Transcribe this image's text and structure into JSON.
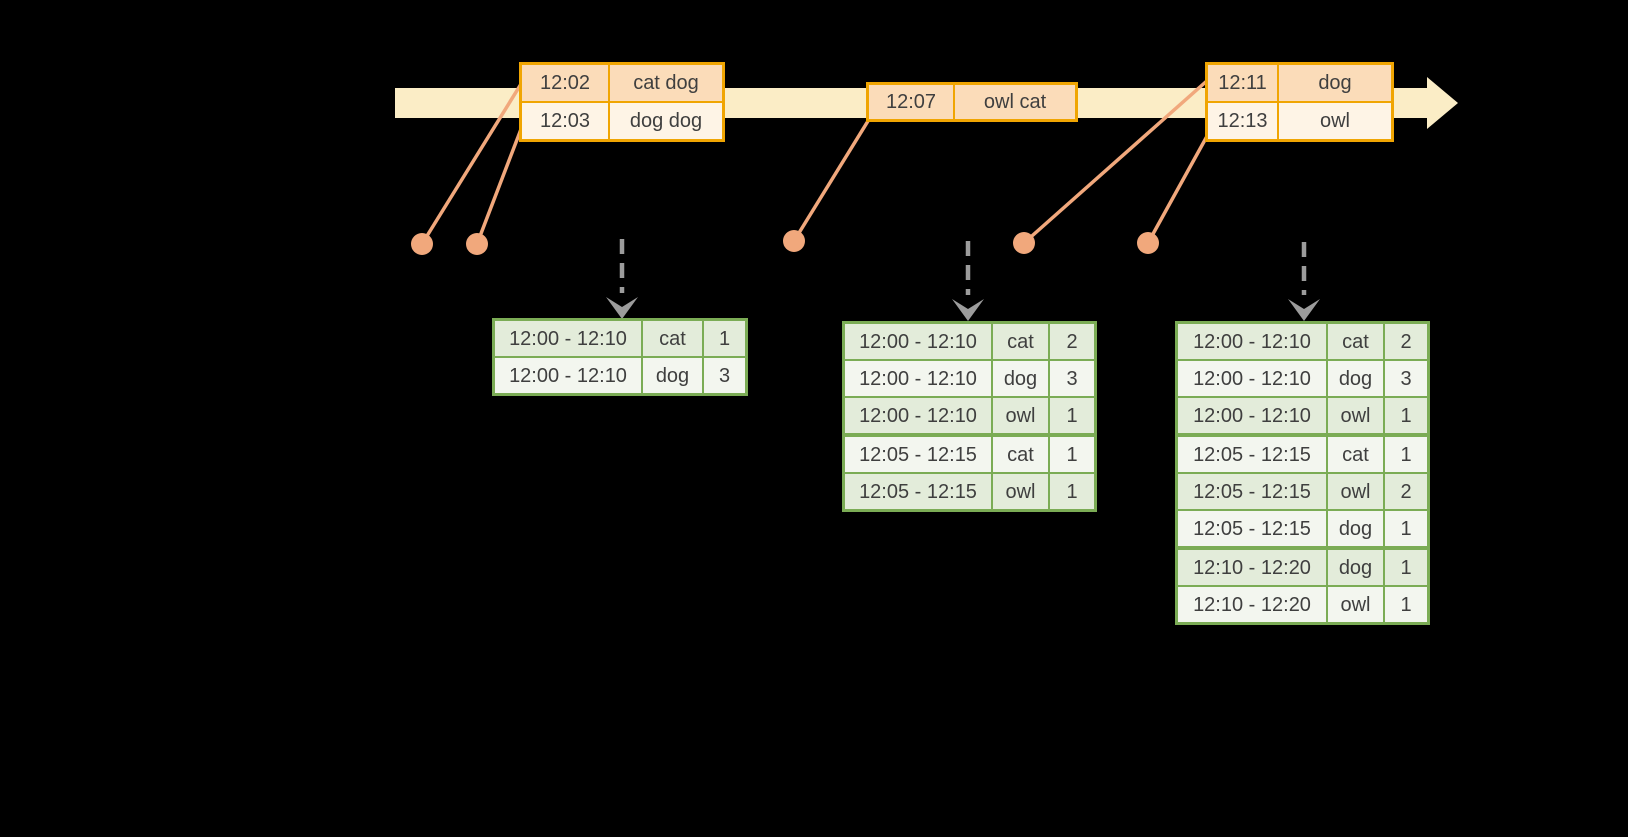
{
  "colors": {
    "background": "#000000",
    "timeline_band": "#FBEDC6",
    "event_border": "#F0A502",
    "event_row_dark": "#FBDCB9",
    "event_row_light": "#FEF4E6",
    "connector": "#F1A87C",
    "trigger_arrow": "#9C9C9C",
    "result_border": "#7BAC55",
    "result_row_dark": "#E3ECDA",
    "result_row_light": "#F3F6EF",
    "text": "#3F3F3F"
  },
  "timeline": {
    "events": [
      {
        "rows": [
          {
            "time": "12:02",
            "words": "cat dog"
          },
          {
            "time": "12:03",
            "words": "dog dog"
          }
        ]
      },
      {
        "rows": [
          {
            "time": "12:07",
            "words": "owl cat"
          }
        ]
      },
      {
        "rows": [
          {
            "time": "12:11",
            "words": "dog"
          },
          {
            "time": "12:13",
            "words": "owl"
          }
        ]
      }
    ]
  },
  "result_tables": [
    {
      "rows": [
        {
          "window": "12:00 - 12:10",
          "word": "cat",
          "count": "1"
        },
        {
          "window": "12:00 - 12:10",
          "word": "dog",
          "count": "3"
        }
      ]
    },
    {
      "rows": [
        {
          "window": "12:00 - 12:10",
          "word": "cat",
          "count": "2"
        },
        {
          "window": "12:00 - 12:10",
          "word": "dog",
          "count": "3"
        },
        {
          "window": "12:00 - 12:10",
          "word": "owl",
          "count": "1"
        },
        {
          "window": "12:05 - 12:15",
          "word": "cat",
          "count": "1"
        },
        {
          "window": "12:05 - 12:15",
          "word": "owl",
          "count": "1"
        }
      ]
    },
    {
      "rows": [
        {
          "window": "12:00 - 12:10",
          "word": "cat",
          "count": "2"
        },
        {
          "window": "12:00 - 12:10",
          "word": "dog",
          "count": "3"
        },
        {
          "window": "12:00 - 12:10",
          "word": "owl",
          "count": "1"
        },
        {
          "window": "12:05 - 12:15",
          "word": "cat",
          "count": "1"
        },
        {
          "window": "12:05 - 12:15",
          "word": "owl",
          "count": "2"
        },
        {
          "window": "12:05 - 12:15",
          "word": "dog",
          "count": "1"
        },
        {
          "window": "12:10 - 12:20",
          "word": "dog",
          "count": "1"
        },
        {
          "window": "12:10 - 12:20",
          "word": "owl",
          "count": "1"
        }
      ]
    }
  ]
}
